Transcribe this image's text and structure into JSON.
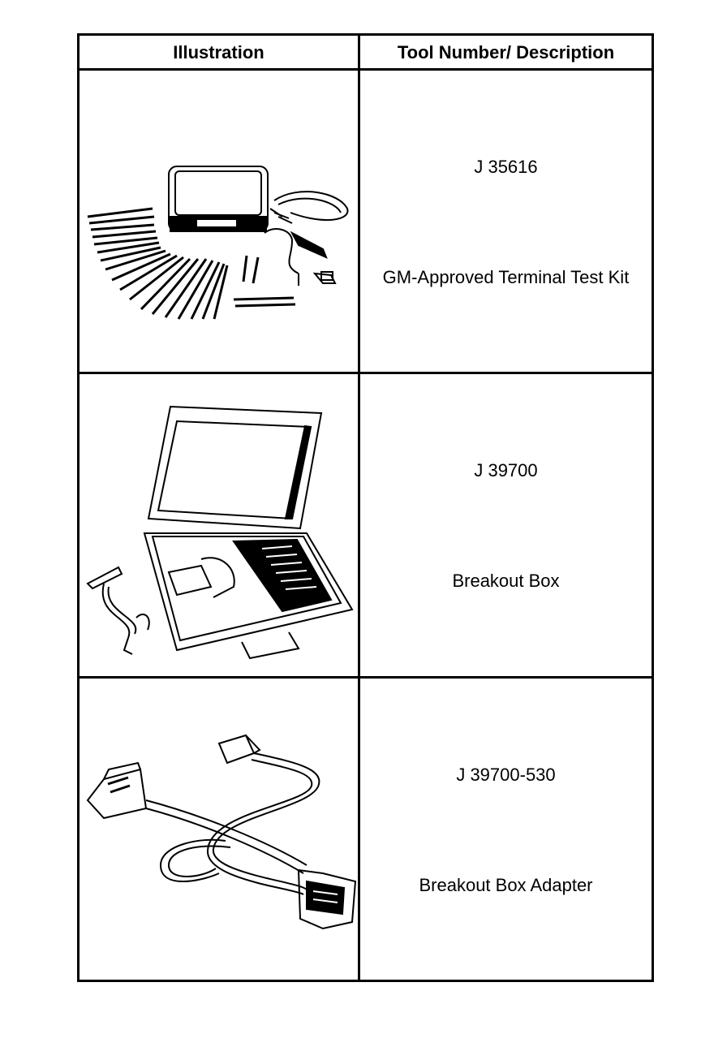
{
  "table": {
    "headers": [
      "Illustration",
      "Tool Number/ Description"
    ],
    "rows": [
      {
        "tool_number": "J 35616",
        "description": "GM-Approved Terminal Test Kit",
        "illustration": "terminal-test-kit-illustration"
      },
      {
        "tool_number": "J 39700",
        "description": "Breakout Box",
        "illustration": "breakout-box-illustration"
      },
      {
        "tool_number": "J 39700-530",
        "description": "Breakout Box Adapter",
        "illustration": "breakout-box-adapter-illustration"
      }
    ]
  }
}
